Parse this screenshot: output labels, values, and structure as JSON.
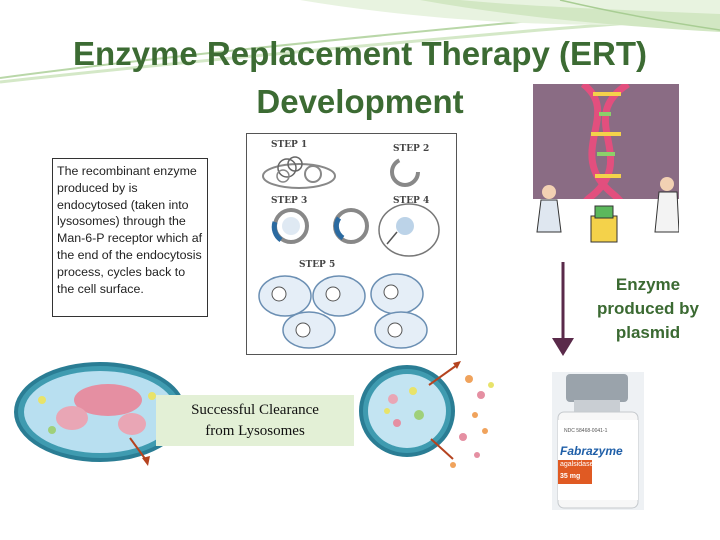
{
  "slide": {
    "title_line1": "Enzyme Replacement Therapy (ERT)",
    "title_line2": "Development",
    "description": "The recombinant enzyme produced by is endocytosed (taken into lysosomes) through the Man-6-P receptor which af the end of the endocytosis process, cycles back  to the cell surface.",
    "steps": [
      "STEP 1",
      "STEP 2",
      "STEP 3",
      "STEP 4",
      "STEP 5"
    ],
    "plasmid_label": "Enzyme produced by plasmid",
    "clearance_line1": "Successful Clearance",
    "clearance_line2": "from Lysosomes",
    "product_label": {
      "ndc": "NDC 58468-0041-1",
      "brand": "Fabrazyme",
      "generic": "agalsidase beta",
      "dose": "35 mg"
    }
  },
  "colors": {
    "title": "#3c6b33",
    "label_green": "#3b6a32",
    "clearance_box": "#e3f0d6",
    "arrow": "#5a2a4a"
  }
}
